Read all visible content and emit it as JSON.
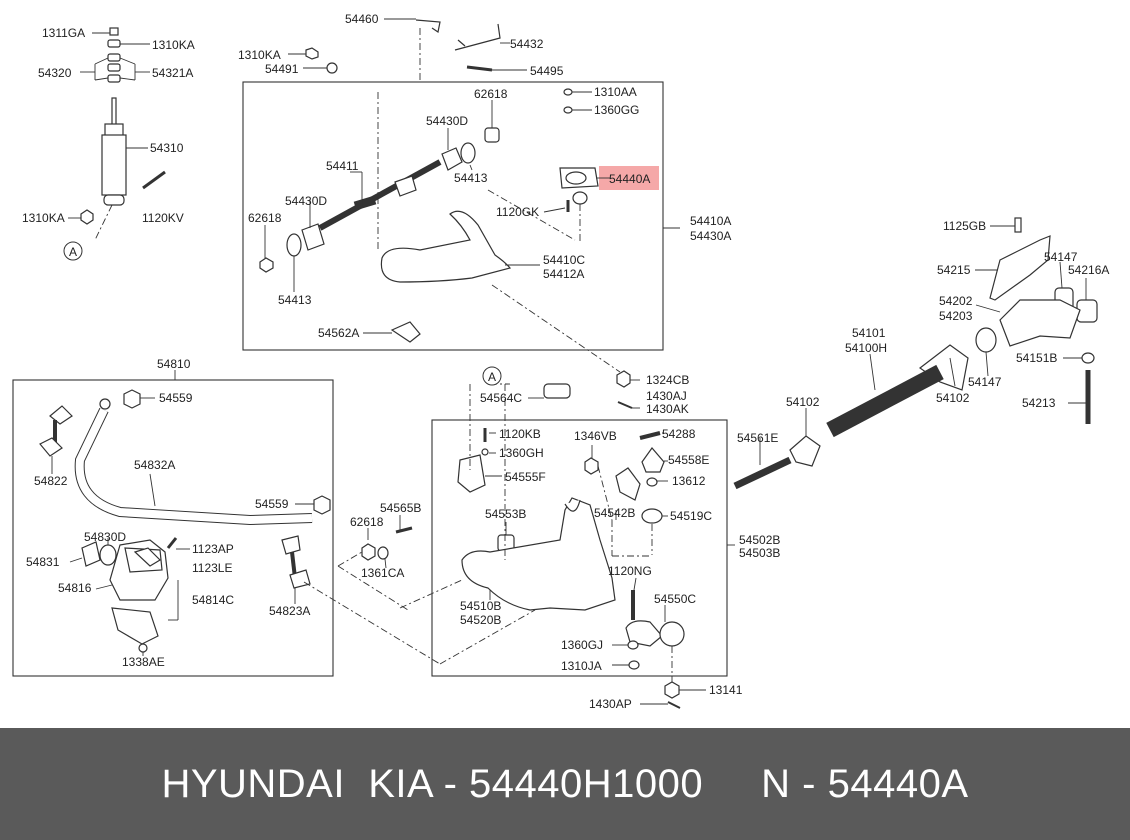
{
  "labels": [
    {
      "id": "1311GA",
      "text": "1311GA"
    },
    {
      "id": "1310KA-a",
      "text": "1310KA"
    },
    {
      "id": "54320",
      "text": "54320"
    },
    {
      "id": "54321A",
      "text": "54321A"
    },
    {
      "id": "54310",
      "text": "54310"
    },
    {
      "id": "1310KA-b",
      "text": "1310KA"
    },
    {
      "id": "1120KV",
      "text": "1120KV"
    },
    {
      "id": "54460",
      "text": "54460"
    },
    {
      "id": "54432",
      "text": "54432"
    },
    {
      "id": "1310KA-c",
      "text": "1310KA"
    },
    {
      "id": "54491",
      "text": "54491"
    },
    {
      "id": "54495",
      "text": "54495"
    },
    {
      "id": "1310AA",
      "text": "1310AA"
    },
    {
      "id": "1360GG",
      "text": "1360GG"
    },
    {
      "id": "62618-a",
      "text": "62618"
    },
    {
      "id": "54430D-a",
      "text": "54430D"
    },
    {
      "id": "54413-a",
      "text": "54413"
    },
    {
      "id": "54411",
      "text": "54411"
    },
    {
      "id": "54440A",
      "text": "54440A"
    },
    {
      "id": "54430D-b",
      "text": "54430D"
    },
    {
      "id": "1120GK",
      "text": "1120GK"
    },
    {
      "id": "62618-b",
      "text": "62618"
    },
    {
      "id": "54410A",
      "text": "54410A"
    },
    {
      "id": "54430A",
      "text": "54430A"
    },
    {
      "id": "54410C",
      "text": "54410C"
    },
    {
      "id": "54412A",
      "text": "54412A"
    },
    {
      "id": "54413-b",
      "text": "54413"
    },
    {
      "id": "54562A",
      "text": "54562A"
    },
    {
      "id": "1125GB",
      "text": "1125GB"
    },
    {
      "id": "54215",
      "text": "54215"
    },
    {
      "id": "54147-a",
      "text": "54147"
    },
    {
      "id": "54216A",
      "text": "54216A"
    },
    {
      "id": "54202",
      "text": "54202"
    },
    {
      "id": "54203",
      "text": "54203"
    },
    {
      "id": "54101",
      "text": "54101"
    },
    {
      "id": "54100H",
      "text": "54100H"
    },
    {
      "id": "54151B",
      "text": "54151B"
    },
    {
      "id": "54147-b",
      "text": "54147"
    },
    {
      "id": "54102-a",
      "text": "54102"
    },
    {
      "id": "54213",
      "text": "54213"
    },
    {
      "id": "54102-b",
      "text": "54102"
    },
    {
      "id": "54810",
      "text": "54810"
    },
    {
      "id": "54559-a",
      "text": "54559"
    },
    {
      "id": "54564C",
      "text": "54564C"
    },
    {
      "id": "1324CB",
      "text": "1324CB"
    },
    {
      "id": "1430AJ",
      "text": "1430AJ"
    },
    {
      "id": "1430AK",
      "text": "1430AK"
    },
    {
      "id": "1120KB",
      "text": "1120KB"
    },
    {
      "id": "1346VB",
      "text": "1346VB"
    },
    {
      "id": "54288",
      "text": "54288"
    },
    {
      "id": "1360GH",
      "text": "1360GH"
    },
    {
      "id": "54558E",
      "text": "54558E"
    },
    {
      "id": "54561E",
      "text": "54561E"
    },
    {
      "id": "54555F",
      "text": "54555F"
    },
    {
      "id": "13612",
      "text": "13612"
    },
    {
      "id": "54832A",
      "text": "54832A"
    },
    {
      "id": "54822",
      "text": "54822"
    },
    {
      "id": "54559-b",
      "text": "54559"
    },
    {
      "id": "54565B",
      "text": "54565B"
    },
    {
      "id": "54553B",
      "text": "54553B"
    },
    {
      "id": "54542B",
      "text": "54542B"
    },
    {
      "id": "54519C",
      "text": "54519C"
    },
    {
      "id": "62618-c",
      "text": "62618"
    },
    {
      "id": "54502B",
      "text": "54502B"
    },
    {
      "id": "54503B",
      "text": "54503B"
    },
    {
      "id": "54830D",
      "text": "54830D"
    },
    {
      "id": "1123AP",
      "text": "1123AP"
    },
    {
      "id": "54831",
      "text": "54831"
    },
    {
      "id": "1123LE",
      "text": "1123LE"
    },
    {
      "id": "1361CA",
      "text": "1361CA"
    },
    {
      "id": "1120NG",
      "text": "1120NG"
    },
    {
      "id": "54816",
      "text": "54816"
    },
    {
      "id": "54814C",
      "text": "54814C"
    },
    {
      "id": "54550C",
      "text": "54550C"
    },
    {
      "id": "54823A",
      "text": "54823A"
    },
    {
      "id": "54510B",
      "text": "54510B"
    },
    {
      "id": "54520B",
      "text": "54520B"
    },
    {
      "id": "1360GJ",
      "text": "1360GJ"
    },
    {
      "id": "1338AE",
      "text": "1338AE"
    },
    {
      "id": "1310JA",
      "text": "1310JA"
    },
    {
      "id": "13141",
      "text": "13141"
    },
    {
      "id": "1430AP",
      "text": "1430AP"
    }
  ],
  "markers": {
    "a1": "A",
    "a2": "A"
  },
  "highlight": {
    "label": "54440A",
    "color": "#f28b8b"
  },
  "footer": {
    "text": "HYUNDAI  KIA - 54440H1000     N - 54440A"
  }
}
